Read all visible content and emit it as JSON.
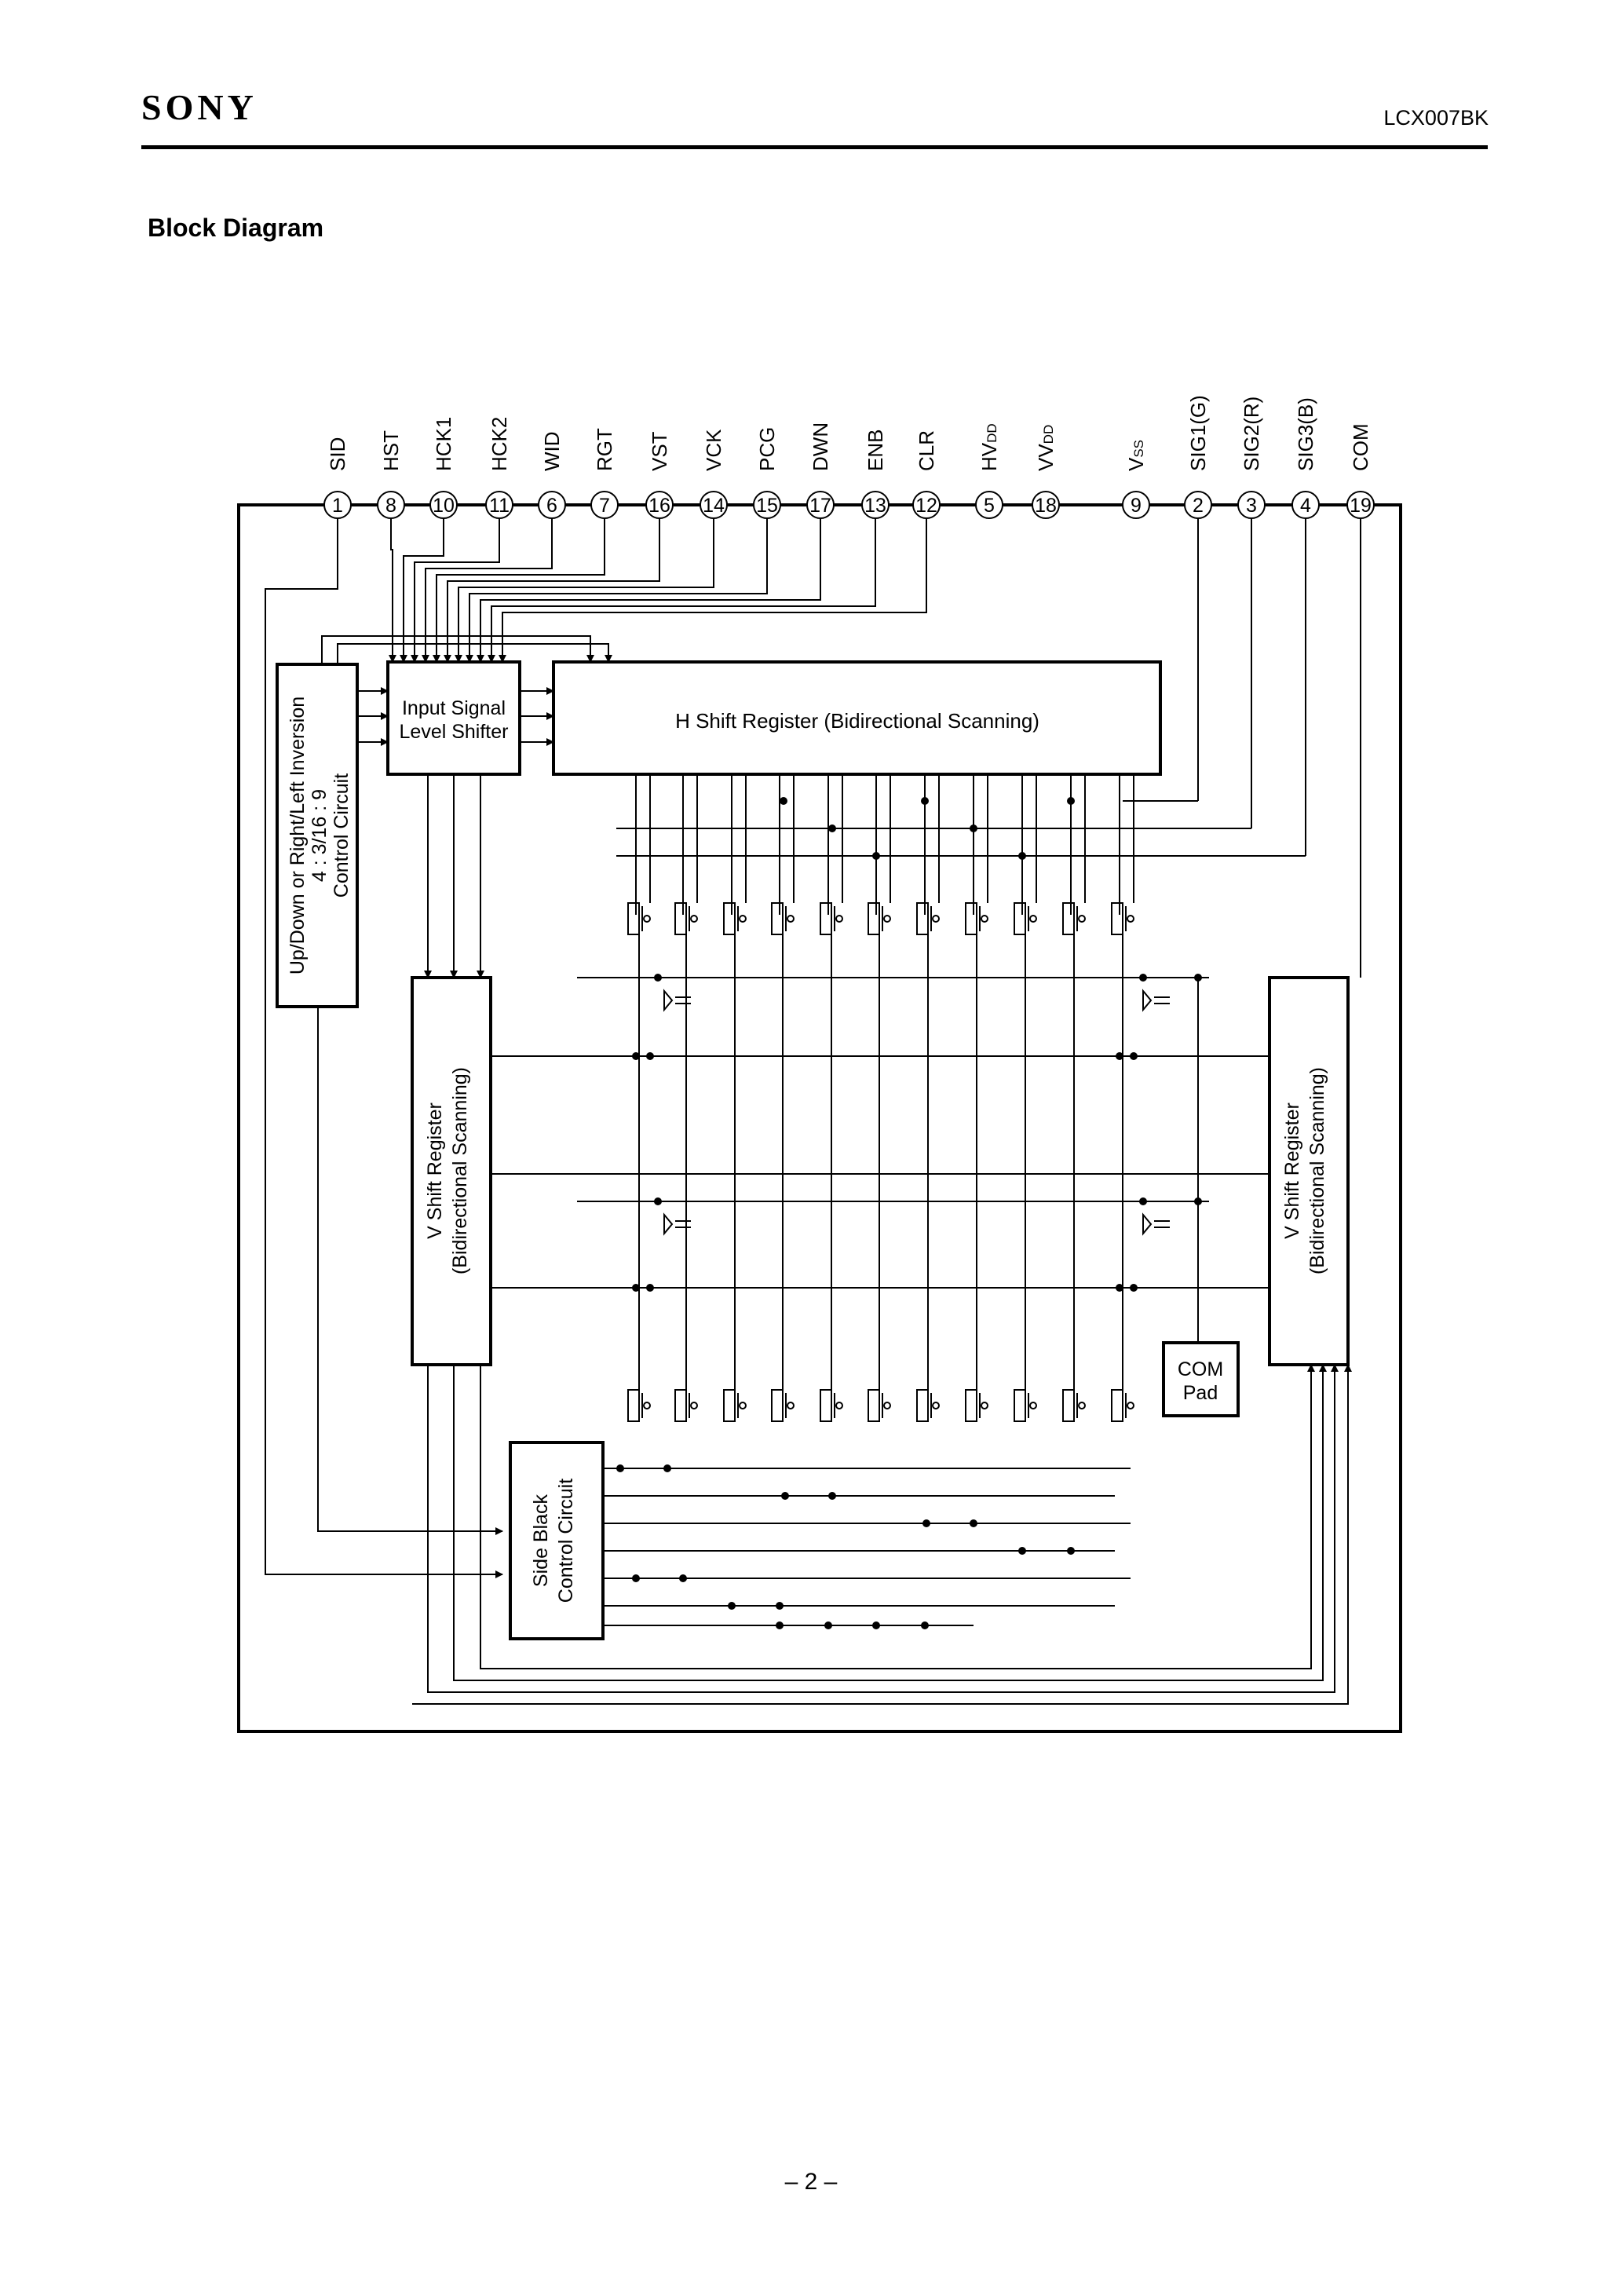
{
  "header": {
    "brand": "SONY",
    "model": "LCX007BK"
  },
  "title": "Block Diagram",
  "page_number": "– 2 –",
  "pins": [
    {
      "name": "SID",
      "num": "1"
    },
    {
      "name": "HST",
      "num": "8"
    },
    {
      "name": "HCK1",
      "num": "10"
    },
    {
      "name": "HCK2",
      "num": "11"
    },
    {
      "name": "WID",
      "num": "6"
    },
    {
      "name": "RGT",
      "num": "7"
    },
    {
      "name": "VST",
      "num": "16"
    },
    {
      "name": "VCK",
      "num": "14"
    },
    {
      "name": "PCG",
      "num": "15"
    },
    {
      "name": "DWN",
      "num": "17"
    },
    {
      "name": "ENB",
      "num": "13"
    },
    {
      "name": "CLR",
      "num": "12"
    },
    {
      "name": "HV",
      "sub": "DD",
      "num": "5"
    },
    {
      "name": "VV",
      "sub": "DD",
      "num": "18"
    },
    {
      "name": "V",
      "sub": "SS",
      "num": "9"
    },
    {
      "name": "SIG1(G)",
      "num": "2"
    },
    {
      "name": "SIG2(R)",
      "num": "3"
    },
    {
      "name": "SIG3(B)",
      "num": "4"
    },
    {
      "name": "COM",
      "num": "19"
    }
  ],
  "blocks": {
    "control": [
      "Up/Down or Right/Left Inversion",
      "4 : 3/16 : 9",
      "Control Circuit"
    ],
    "level_shifter": [
      "Input Signal",
      "Level Shifter"
    ],
    "h_shift": "H Shift Register (Bidirectional Scanning)",
    "v_shift_left": [
      "V Shift Register",
      "(Bidirectional Scanning)"
    ],
    "v_shift_right": [
      "V Shift Register",
      "(Bidirectional Scanning)"
    ],
    "com_pad": [
      "COM",
      "Pad"
    ],
    "side_black": [
      "Side Black",
      "Control Circuit"
    ]
  }
}
